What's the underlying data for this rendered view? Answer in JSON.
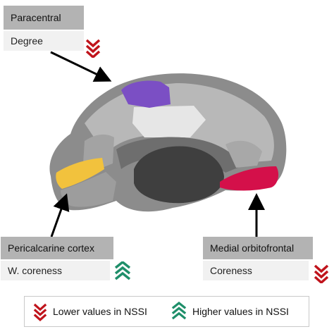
{
  "labels": {
    "paracentral": {
      "region": "Paracentral",
      "measure": "Degree",
      "direction": "lower"
    },
    "pericalcarine": {
      "region": "Pericalcarine cortex",
      "measure": "W. coreness",
      "direction": "higher"
    },
    "medial_orbitofrontal": {
      "region": "Medial orbitofrontal",
      "measure": "Coreness",
      "direction": "lower"
    }
  },
  "legend": {
    "lower_label": "Lower values in NSSI",
    "higher_label": "Higher values in NSSI"
  },
  "colors": {
    "lower": "#c0141c",
    "higher": "#1f8f6a",
    "paracentral_region": "#7b4fc4",
    "pericalcarine_region": "#f2c23d",
    "medial_orbitofrontal_region": "#d4104a",
    "header_bg": "#b3b3b3",
    "subheader_bg": "#f1f1f1"
  },
  "icons": {
    "lower": "double-chevron-down-icon",
    "higher": "double-chevron-up-icon"
  }
}
